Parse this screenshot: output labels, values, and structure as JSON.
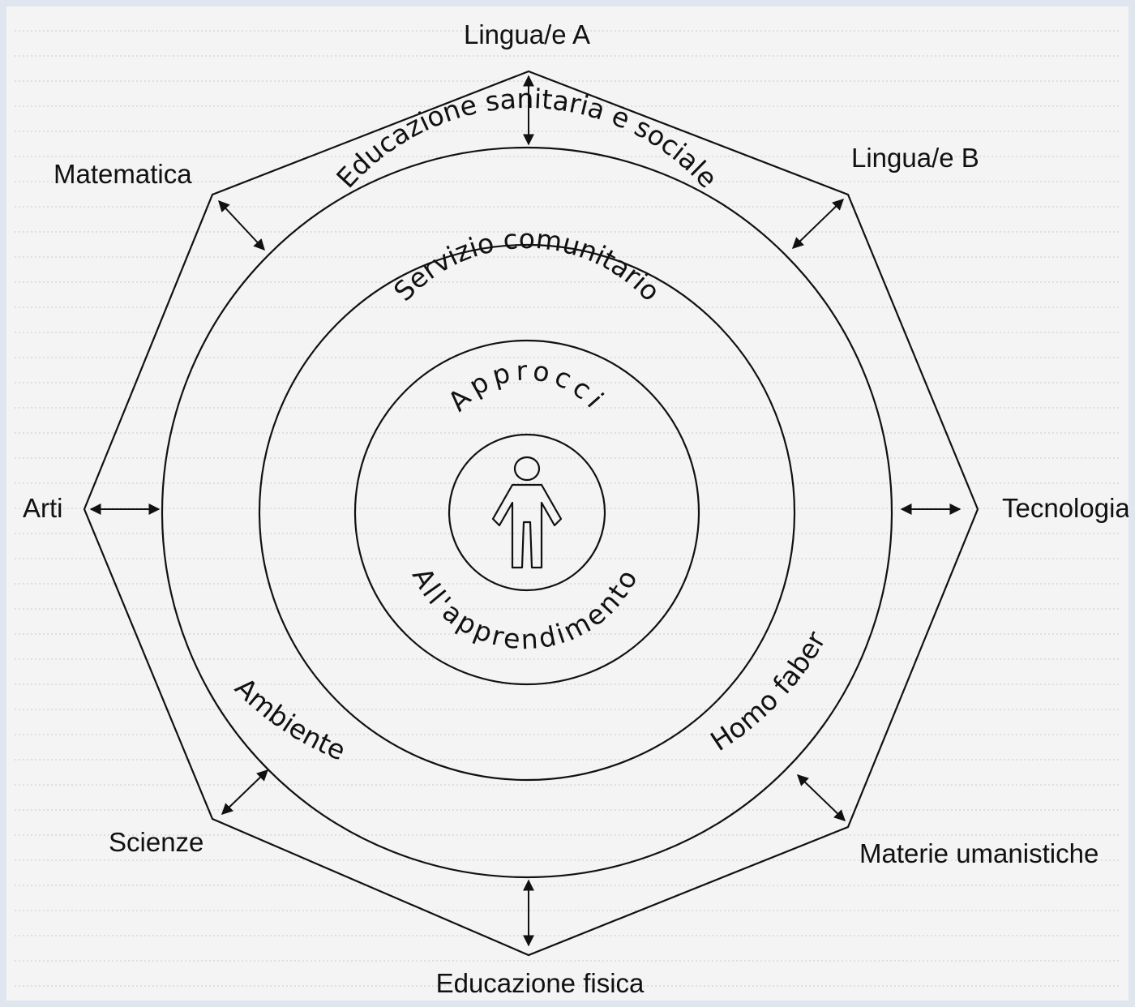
{
  "diagram": {
    "subjects": {
      "top": "Lingua/e A",
      "top_right": "Lingua/e B",
      "right": "Tecnologia",
      "bottom_right": "Materie umanistiche",
      "bottom": "Educazione fisica",
      "bottom_left": "Scienze",
      "left": "Arti",
      "top_left": "Matematica"
    },
    "rings": {
      "outer": "Educazione sanitaria e sociale",
      "middle": "Servizio comunitario",
      "lower_left": "Ambiente",
      "lower_right": "Homo faber",
      "inner_top": "Approcci",
      "inner_bottom": "All'apprendimento"
    },
    "center_icon": "person-icon"
  }
}
